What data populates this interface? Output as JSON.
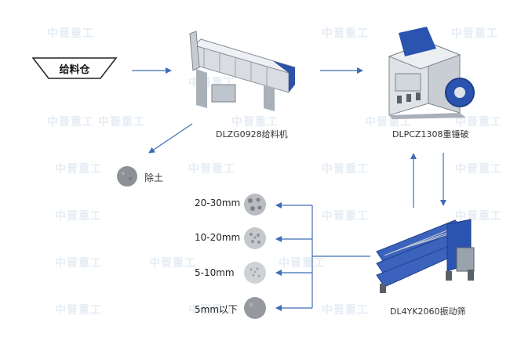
{
  "feed_bin": {
    "label": "给料仓"
  },
  "machines": {
    "feeder": {
      "label": "DLZG0928给料机"
    },
    "crusher": {
      "label": "DLPCZ1308重锤破"
    },
    "screen": {
      "label": "DL4YK2060振动筛"
    }
  },
  "removal": {
    "label": "除土"
  },
  "products": [
    {
      "label": "20-30mm"
    },
    {
      "label": "10-20mm"
    },
    {
      "label": "5-10mm"
    },
    {
      "label": "5mm以下"
    }
  ],
  "watermark": {
    "text": "中晋重工"
  },
  "colors": {
    "arrow": "#3f6db5",
    "bin_stroke": "#222222"
  }
}
